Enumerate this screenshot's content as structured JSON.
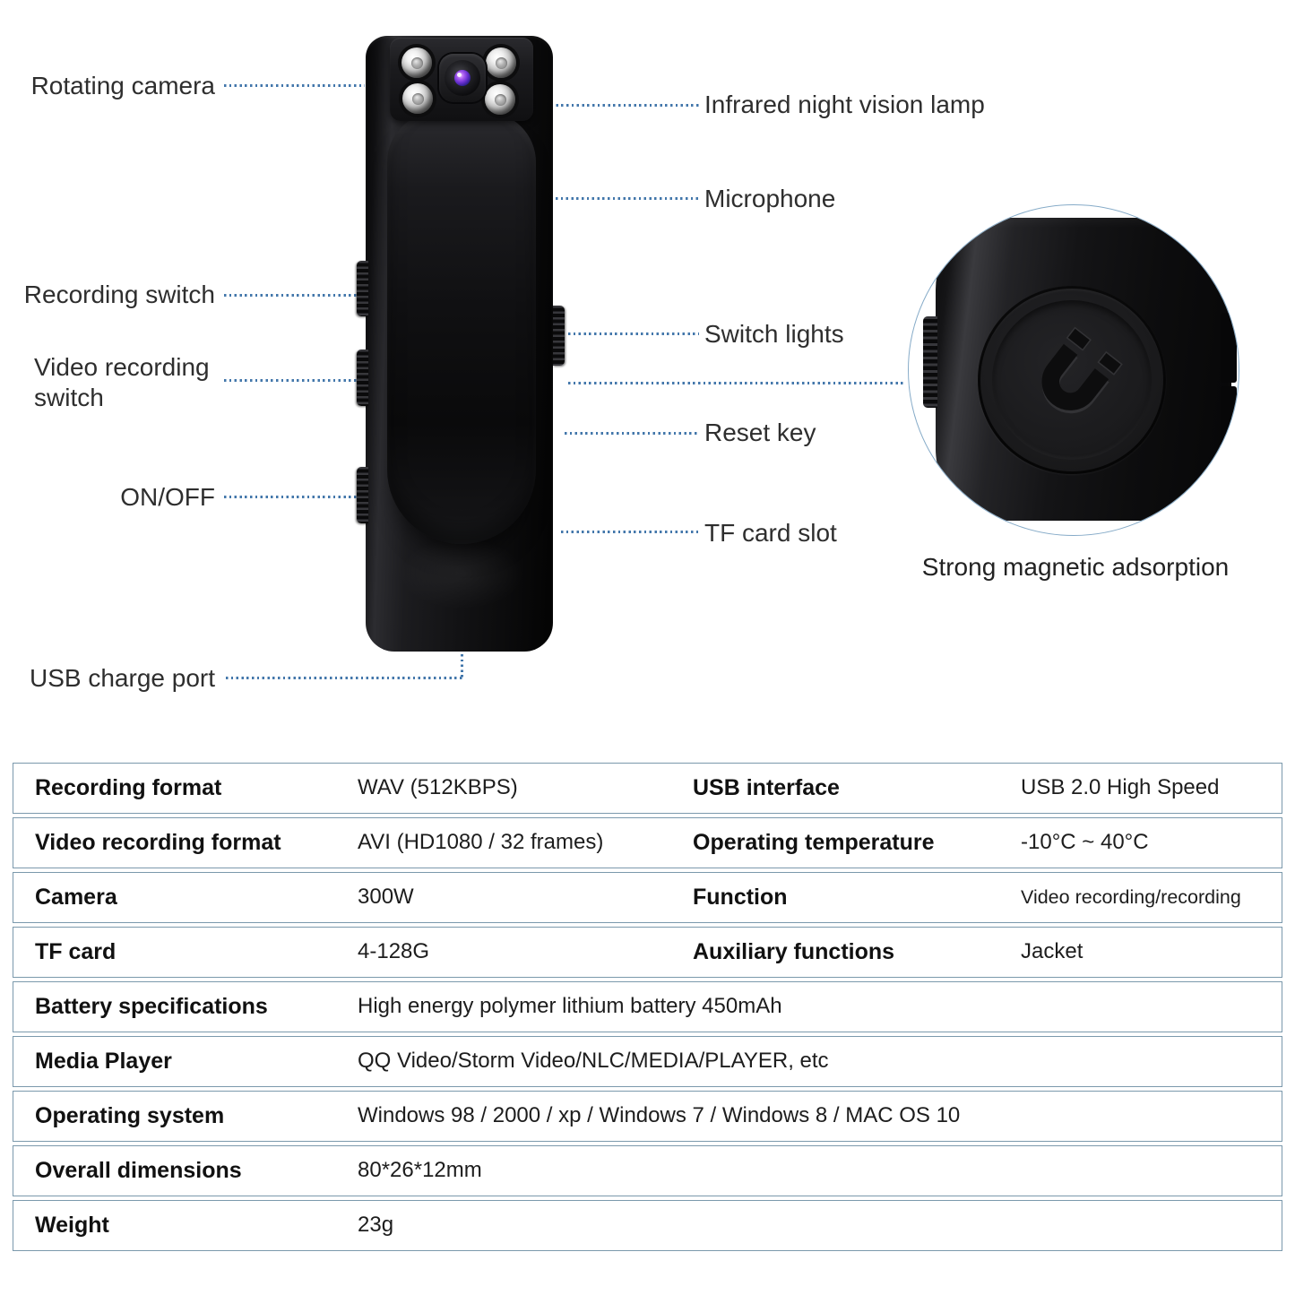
{
  "callouts": {
    "rotating_camera": "Rotating camera",
    "infrared_lamp": "Infrared night vision lamp",
    "microphone": "Microphone",
    "recording_switch": "Recording switch",
    "switch_lights": "Switch lights",
    "video_recording_switch_line1": "Video recording",
    "video_recording_switch_line2": "switch",
    "reset_key": "Reset key",
    "on_off": "ON/OFF",
    "tf_card_slot": "TF card slot",
    "usb_charge_port": "USB charge port",
    "magnet_caption": "Strong magnetic adsorption"
  },
  "icons": {
    "magnet_icon": "horseshoe-magnet-engraving",
    "camera_lens_icon": "camera-lens",
    "ir_led_icon": "infrared-led"
  },
  "colors": {
    "accent_line": "#4377ab",
    "table_border": "#7b99ac",
    "device_black": "#121214",
    "lens_violet": "#7b3fd4",
    "text_dark": "#2b2b2b"
  },
  "table": {
    "rows": [
      {
        "cells": [
          {
            "label": "Recording format",
            "value": "WAV (512KBPS)"
          },
          {
            "label": "USB interface",
            "value": "USB 2.0 High Speed"
          }
        ]
      },
      {
        "cells": [
          {
            "label": "Video recording format",
            "value": "AVI (HD1080 / 32 frames)"
          },
          {
            "label": "Operating temperature",
            "value": "-10°C ~ 40°C"
          }
        ]
      },
      {
        "cells": [
          {
            "label": "Camera",
            "value": "300W"
          },
          {
            "label": "Function",
            "value": "Video recording/recording"
          }
        ]
      },
      {
        "cells": [
          {
            "label": "TF card",
            "value": "4-128G"
          },
          {
            "label": "Auxiliary functions",
            "value": "Jacket"
          }
        ]
      },
      {
        "cells": [
          {
            "label": "Battery specifications",
            "value": "High energy polymer lithium battery 450mAh"
          }
        ]
      },
      {
        "cells": [
          {
            "label": "Media Player",
            "value": "QQ Video/Storm Video/NLC/MEDIA/PLAYER, etc"
          }
        ]
      },
      {
        "cells": [
          {
            "label": "Operating system",
            "value": "Windows 98 / 2000 / xp / Windows 7 / Windows 8 / MAC OS 10"
          }
        ]
      },
      {
        "cells": [
          {
            "label": "Overall dimensions",
            "value": "80*26*12mm"
          }
        ]
      },
      {
        "cells": [
          {
            "label": "Weight",
            "value": "23g"
          }
        ]
      }
    ]
  }
}
